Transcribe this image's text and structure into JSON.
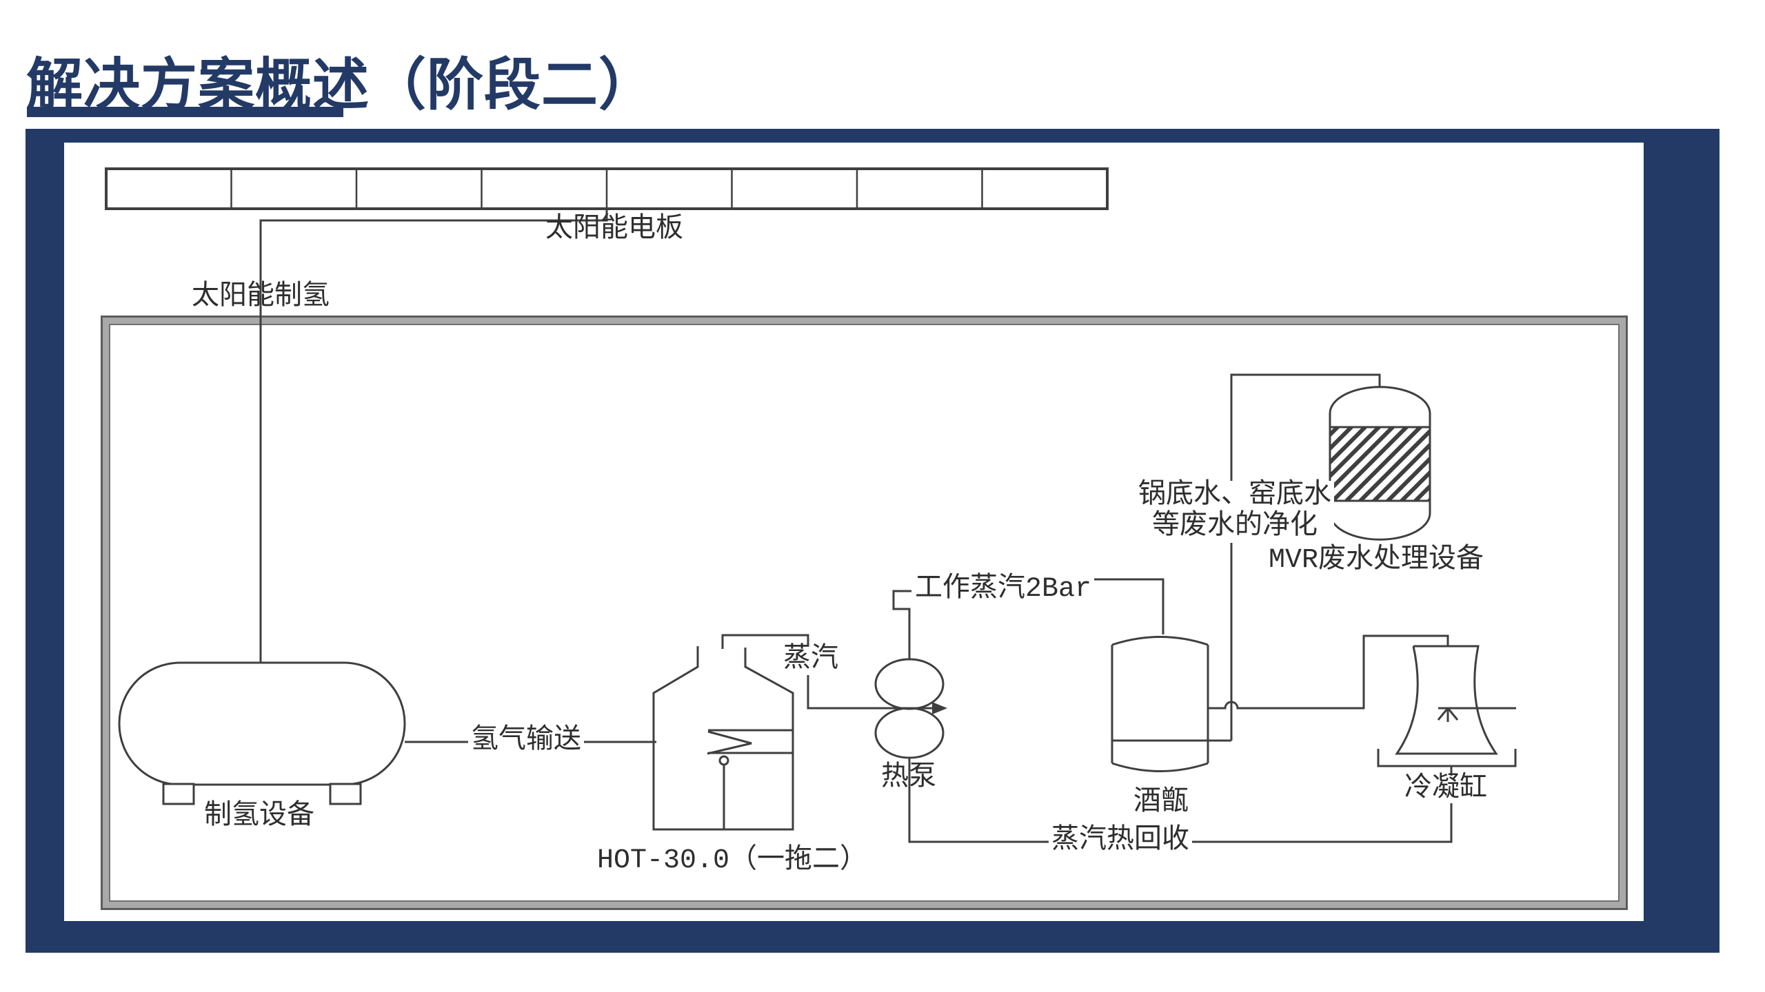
{
  "title": {
    "text": "解决方案概述（阶段二）"
  },
  "colors": {
    "accent_navy": "#233a66",
    "diagram_line": "#3f3f3f",
    "border_gray": "#a9a9a9"
  },
  "diagram": {
    "solar_panel_cells": 8,
    "labels": {
      "solar_panel": "太阳能电板",
      "solar_hydrogen": "太阳能制氢",
      "hydrogen_equipment": "制氢设备",
      "hydrogen_transport": "氢气输送",
      "steam": "蒸汽",
      "hot_unit": "HOT-30.0（一拖二）",
      "working_steam": "工作蒸汽2Bar",
      "heat_pump": "热泵",
      "still_pot": "酒甑",
      "condenser": "冷凝缸",
      "steam_heat_recovery": "蒸汽热回收",
      "mvr": "MVR废水处理设备",
      "wastewater_line1": "锅底水、窑底水",
      "wastewater_line2": "等废水的净化"
    }
  }
}
